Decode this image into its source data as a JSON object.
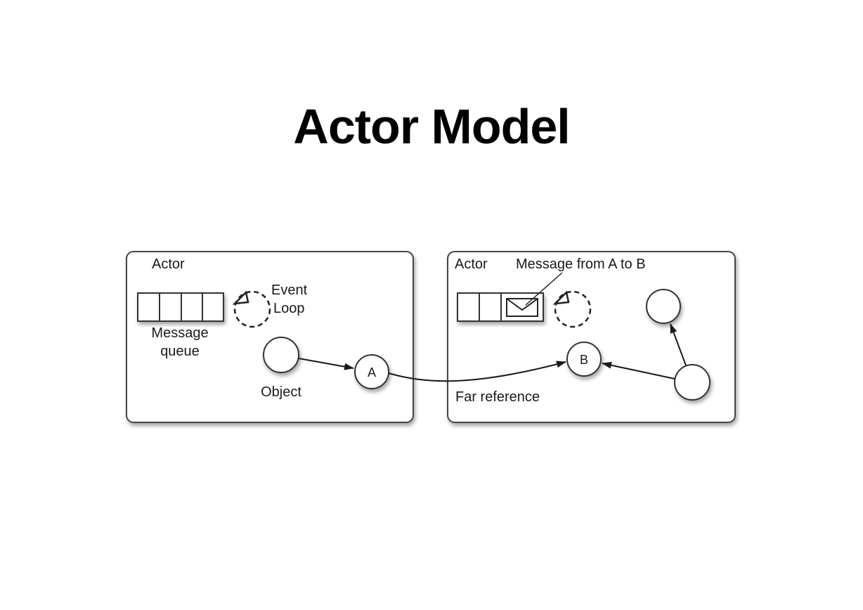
{
  "slide": {
    "title": "Actor Model"
  },
  "diagram": {
    "left_actor": {
      "label": "Actor",
      "queue_label_line1": "Message",
      "queue_label_line2": "queue",
      "loop_label_line1": "Event",
      "loop_label_line2": "Loop",
      "object_label": "Object",
      "far_ref_node_label": "A"
    },
    "right_actor": {
      "label": "Actor",
      "message_label": "Message from A to B",
      "target_node_label": "B",
      "far_reference_label": "Far reference"
    }
  }
}
